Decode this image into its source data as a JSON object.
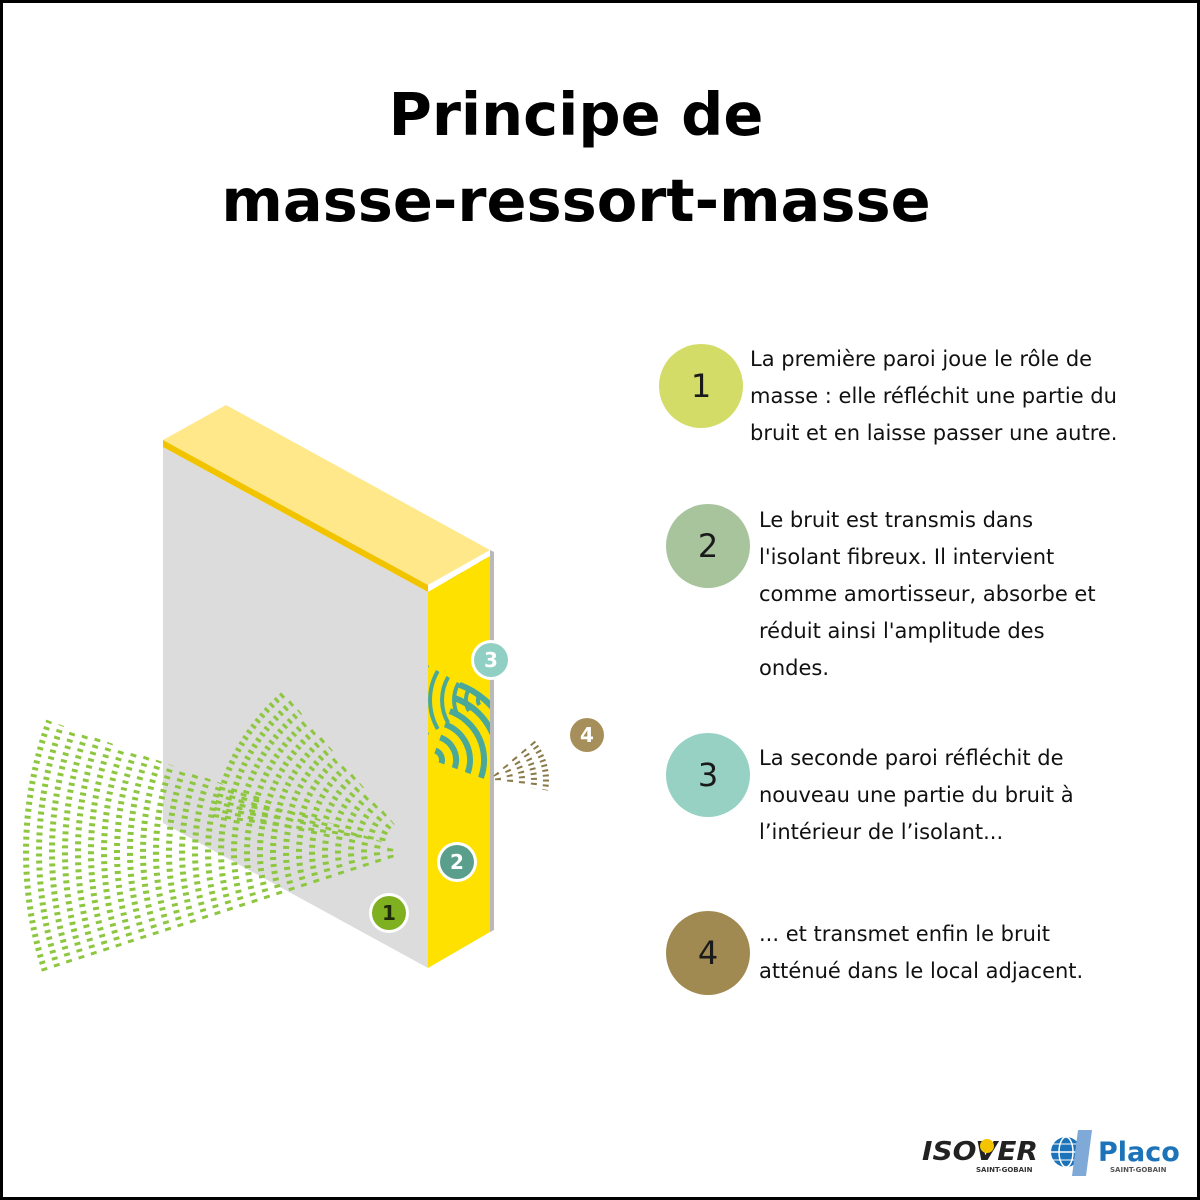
{
  "title": {
    "line1": "Principe de",
    "line2": "masse-ressort-masse"
  },
  "steps": [
    {
      "number": "1",
      "color": "#d3dc67",
      "text": "La première paroi joue le rôle de\nmasse : elle réfléchit une partie du\nbruit et en laisse passer une autre."
    },
    {
      "number": "2",
      "color": "#a8c49d",
      "text": "Le bruit est transmis dans\nl'isolant fibreux. Il intervient\ncomme amortisseur, absorbe et\nréduit ainsi l'amplitude des\nondes."
    },
    {
      "number": "3",
      "color": "#97d1c4",
      "text": "La seconde paroi réfléchit de\nnouveau une partie du bruit à\nl’intérieur de l’isolant..."
    },
    {
      "number": "4",
      "color": "#a08a52",
      "text": " ... et transmet enfin le bruit\natténué dans le local adjacent."
    }
  ],
  "diagram_markers": [
    "1",
    "2",
    "3",
    "4"
  ],
  "diagram_colors": {
    "wave_green": "#8dc63f",
    "insulation_yellow": "#ffe100",
    "wall_grey": "#dcdcdc",
    "teal": "#4aa89a",
    "brown": "#8a7a4a"
  },
  "logos": {
    "isover": "ISOVER",
    "isover_sub": "SAINT-GOBAIN",
    "placo": "Placo",
    "placo_sub": "SAINT-GOBAIN"
  }
}
